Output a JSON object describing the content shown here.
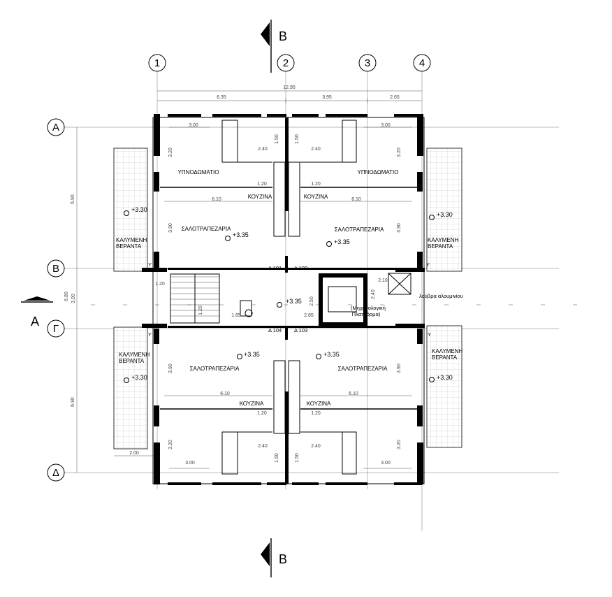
{
  "grid_columns": [
    "1",
    "2",
    "3",
    "4"
  ],
  "grid_rows": [
    "Α",
    "Β",
    "Γ",
    "Δ"
  ],
  "section_marks": {
    "vertical": "Β",
    "horizontal": "Α"
  },
  "dimensions": {
    "total_width": "12.95",
    "col_1_2": "6.35",
    "col_2_3": "3.95",
    "col_3_4": "2.65",
    "row_A_B": "6.90",
    "row_C_D": "6.90",
    "row_B_C_outer": "6.80",
    "row_B_C_inner": "3.00",
    "room_width_300": "3.00",
    "room_depth_320": "3.20",
    "room_depth_390": "3.90",
    "bath_width": "2.40",
    "hall_width": "1.20",
    "kitchen_width": "1.50",
    "living_width": "6.10",
    "stair_width": "1.20",
    "corridor_1": "1.65",
    "corridor_2": "2.85",
    "platform_depth": "2.50",
    "platform_width": "2.40",
    "shaft_width": "2.10",
    "veranda_width": "2.00"
  },
  "rooms": {
    "bedroom": "ΥΠΝΟΔΩΜΑΤΙΟ",
    "kitchen": "ΚΟΥΖΙΝΑ",
    "living_dining": "ΣΑΛΟΤΡΑΠΕΖΑΡΙΑ",
    "veranda_line1": "ΚΑΛΥΜΕΝΗ",
    "veranda_line2": "ΒΕΡΑΝΤΑ",
    "platform_line1": "(Μηχανολογική",
    "platform_line2": "Πλατφόρμα)",
    "louvre": "λούβρα αλουμινίου"
  },
  "levels": {
    "floor": "+3.35",
    "veranda": "+3.30",
    "landing": "+3.35"
  },
  "doors": [
    "Δ 101",
    "Δ 102",
    "Δ 104",
    "Δ 103"
  ],
  "markers": {
    "riser": "Υ"
  }
}
